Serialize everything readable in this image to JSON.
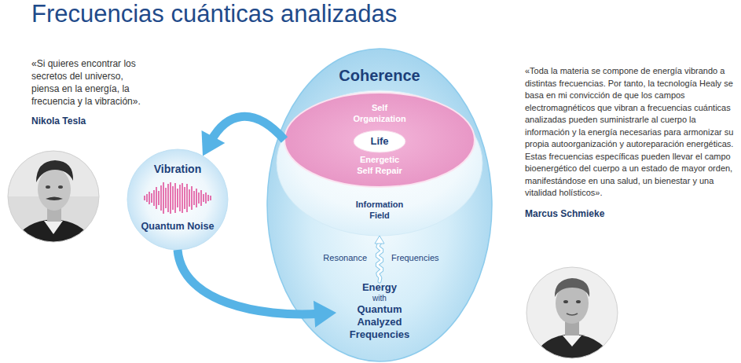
{
  "diagram": {
    "title": "Frecuencias cuánticas analizadas",
    "nodes": [
      {
        "text": [
          "Coherence"
        ]
      },
      {
        "text": [
          "Information Field"
        ],
        "in": 0
      },
      {
        "text": [
          "Self Organization",
          "Energetic Self Repair"
        ],
        "in": 1
      },
      {
        "text": [
          "Life"
        ],
        "in": 2
      },
      {
        "text": [
          "Energy",
          "with",
          "Quantum Analyzed Frequencies"
        ],
        "in": 0
      },
      {
        "text": [
          "Vibration",
          "Quantum Noise"
        ]
      }
    ],
    "edges": [
      {
        "from": 2,
        "to": 5,
        "arrow": "to"
      },
      {
        "from": 5,
        "to": 4,
        "arrow": "to"
      },
      {
        "from": 4,
        "to": 1,
        "arrow": "to"
      }
    ],
    "labels": [
      "«Si quieres encontrar los secretos del universo, piensa en la energía, la frecuencia y la vibración».",
      "Nikola Tesla",
      "Resonance",
      "Frequencies",
      "«Toda la materia se compone de energía vibrando a distintas frecuencias. Por tanto, la tecnología Healy se basa en mi convicción de que los campos electromagnéticos que vibran a frecuencias cuánticas analizadas pueden suministrarle al cuerpo la información y la energía necesarias para armonizar su propia autoorganización y autoreparación energéticas. Estas frecuencias específicas pueden llevar el campo bioenergético del cuerpo a un estado de mayor orden, manifestándose en una salud, un bienestar y una vitalidad holísticos».",
      "Marcus Schmieke"
    ]
  }
}
